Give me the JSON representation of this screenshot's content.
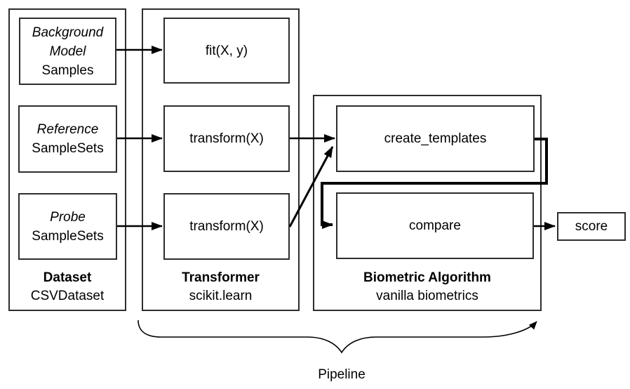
{
  "diagram": {
    "dataset": {
      "title": "Dataset",
      "subtitle": "CSVDataset",
      "background_node": {
        "line1": "Background",
        "line2": "Model",
        "line3": "Samples"
      },
      "reference_node": {
        "line1": "Reference",
        "line2": "SampleSets"
      },
      "probe_node": {
        "line1": "Probe",
        "line2": "SampleSets"
      }
    },
    "transformer": {
      "title": "Transformer",
      "subtitle": "scikit.learn",
      "fit_node": "fit(X, y)",
      "transform_reference_node": "transform(X)",
      "transform_probe_node": "transform(X)"
    },
    "biometric": {
      "title": "Biometric Algorithm",
      "subtitle": "vanilla biometrics",
      "create_templates_node": "create_templates",
      "compare_node": "compare"
    },
    "score_node": "score",
    "pipeline_label": "Pipeline",
    "colors": {
      "line": "#000000",
      "box_border": "#2d2d2d",
      "background": "#ffffff",
      "text": "#000000"
    }
  }
}
